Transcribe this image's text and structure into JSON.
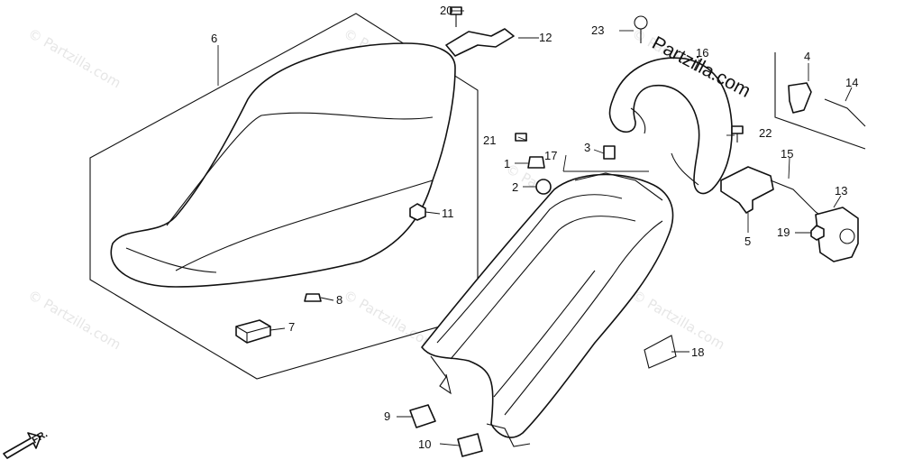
{
  "watermark": "© Partzilla.com",
  "brand": "Partzilla.com",
  "direction_label": "FR.",
  "callouts": {
    "c1": "1",
    "c2": "2",
    "c3": "3",
    "c4": "4",
    "c5": "5",
    "c6": "6",
    "c7": "7",
    "c8": "8",
    "c9": "9",
    "c10": "10",
    "c11": "11",
    "c12": "12",
    "c13": "13",
    "c14": "14",
    "c15": "15",
    "c16": "16",
    "c17": "17",
    "c18": "18",
    "c19": "19",
    "c20": "20",
    "c21": "21",
    "c22": "22",
    "c23": "23"
  },
  "icons": {
    "copyright": "copyright-icon",
    "front_arrow": "arrow-front-icon"
  }
}
